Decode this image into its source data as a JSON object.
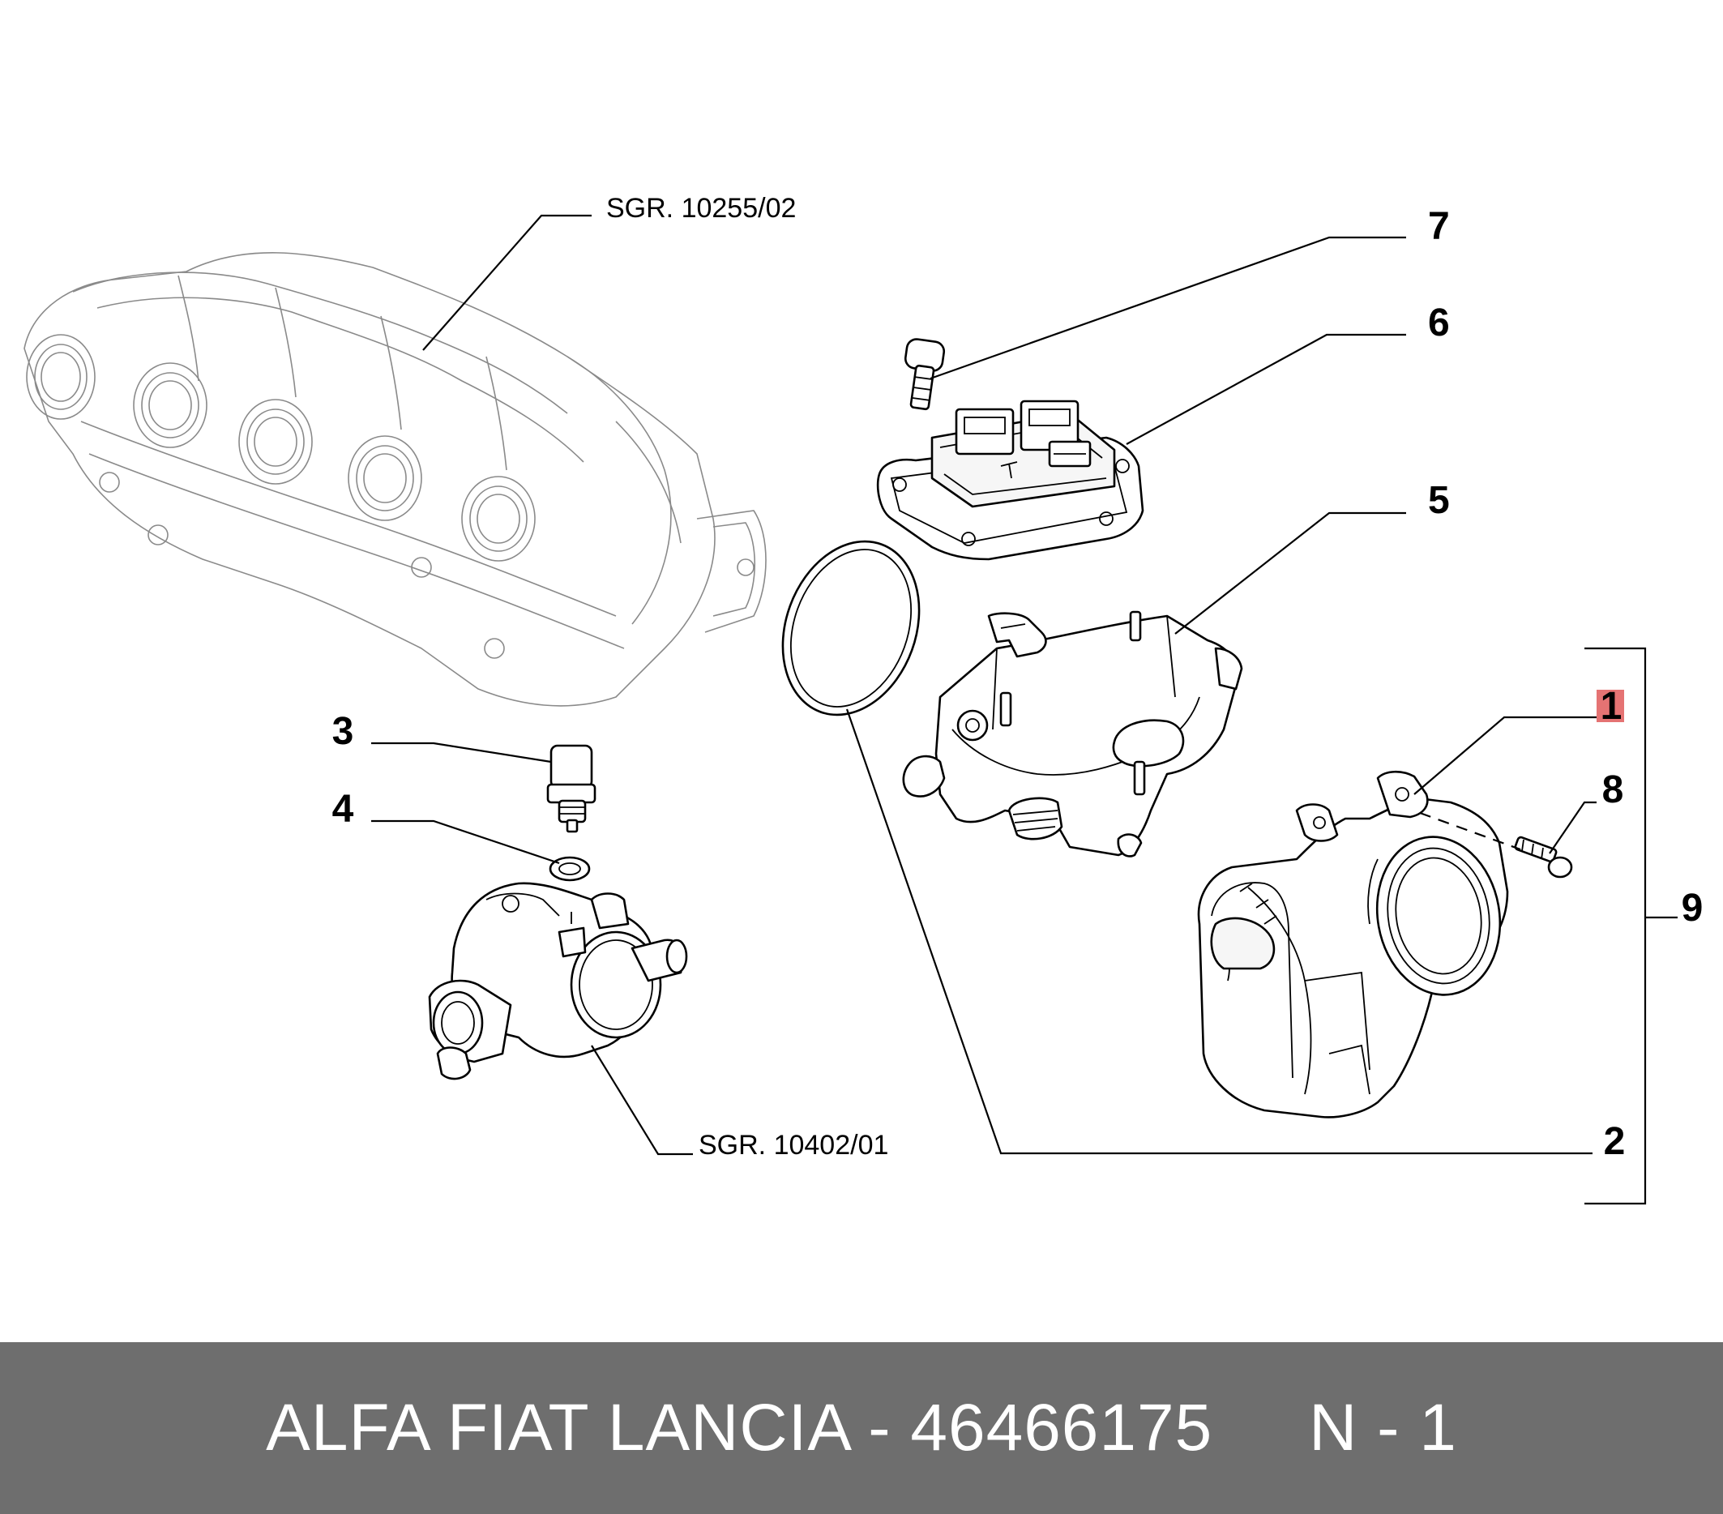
{
  "callouts": {
    "c1": "1",
    "c2": "2",
    "c3": "3",
    "c4": "4",
    "c5": "5",
    "c6": "6",
    "c7": "7",
    "c8": "8",
    "c9": "9"
  },
  "references": {
    "manifold": "SGR. 10255/02",
    "thermostat": "SGR. 10402/01"
  },
  "footer": {
    "text": "ALFA FIAT LANCIA - 46466175     N - 1"
  },
  "colors": {
    "footer_background": "#6e6e6e",
    "footer_text": "#ffffff",
    "highlight": "#e57373",
    "ghost_line": "#8a8a8a",
    "line": "#000000"
  }
}
